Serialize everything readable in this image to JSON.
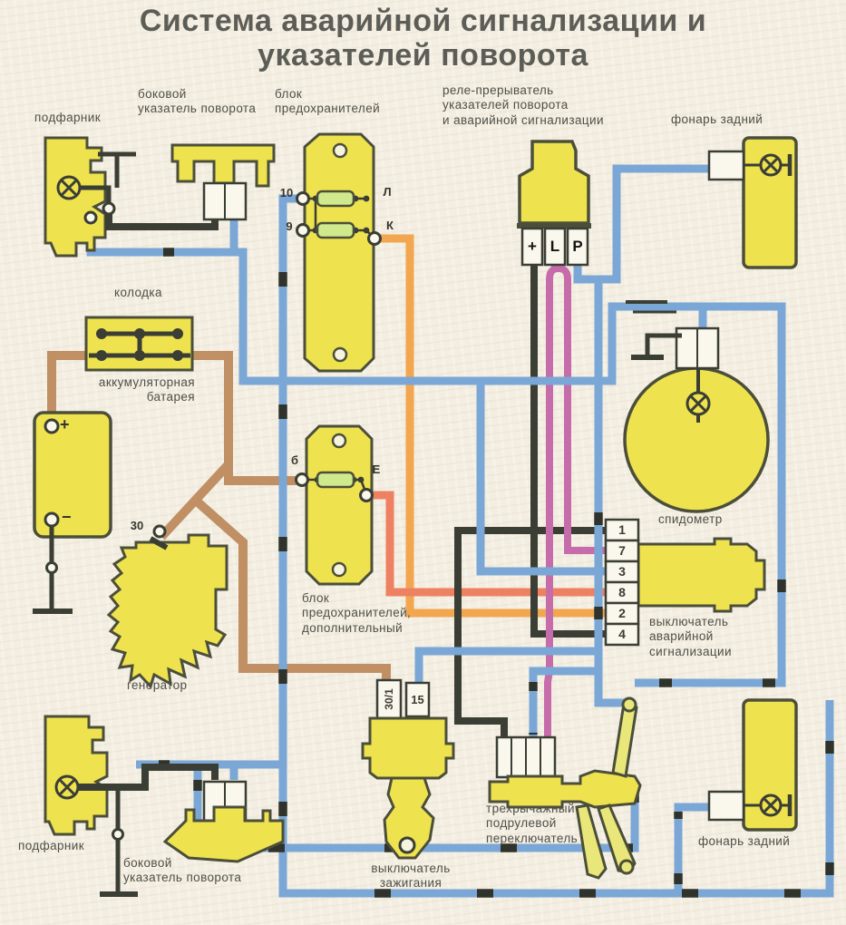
{
  "title": {
    "lines": [
      "Система аварийной сигнализации и",
      "указателей поворота"
    ]
  },
  "labels": {
    "sidelight_top": {
      "lines": [
        "подфарник"
      ]
    },
    "side_indicator_top": {
      "lines": [
        "боковой",
        "указатель поворота"
      ]
    },
    "fuse_block": {
      "lines": [
        "блок",
        "предохранителей"
      ]
    },
    "relay": {
      "lines": [
        "реле-прерыватель",
        "указателей поворота",
        "и аварийной сигнализации"
      ]
    },
    "rear_lamp_top": {
      "lines": [
        "фонарь задний"
      ]
    },
    "connector_block": {
      "lines": [
        "колодка"
      ]
    },
    "battery": {
      "lines": [
        "аккумуляторная",
        "батарея"
      ]
    },
    "speedometer": {
      "lines": [
        "спидометр"
      ]
    },
    "hazard_switch": {
      "lines": [
        "выключатель",
        "аварийной",
        "сигнализации"
      ]
    },
    "generator": {
      "lines": [
        "генератор"
      ]
    },
    "fuse_block_aux": {
      "lines": [
        "блок",
        "предохранителей,",
        "дополнительный"
      ]
    },
    "sidelight_bottom": {
      "lines": [
        "подфарник"
      ]
    },
    "side_indicator_bottom": {
      "lines": [
        "боковой",
        "указатель поворота"
      ]
    },
    "ignition_switch": {
      "lines": [
        "выключатель",
        "зажигания"
      ]
    },
    "column_switch": {
      "lines": [
        "трехрычажный",
        "подрулевой",
        "переключатель"
      ]
    },
    "rear_lamp_bottom": {
      "lines": [
        "фонарь задний"
      ]
    }
  },
  "terminals": {
    "fuse_block": {
      "t10": "10",
      "t9": "9",
      "L": "Л",
      "K": "К"
    },
    "relay": [
      "+",
      "L",
      "P"
    ],
    "battery": {
      "plus": "+",
      "minus": "−"
    },
    "generator": "30",
    "fuse_block_aux": {
      "b": "б",
      "e": "Е"
    },
    "ignition": {
      "t30_1": "30/1",
      "t15": "15"
    },
    "hazard": [
      "1",
      "7",
      "3",
      "8",
      "2",
      "4"
    ]
  },
  "palette": {
    "paper": "#f3eee1",
    "component_fill": "#efe24f",
    "component_outline": "#4b4f3a",
    "connector_fill": "#faf7ec",
    "fuse_fill": "#cfe98c",
    "wire_blue": "#7aa7d6",
    "wire_blue_stripe": "#2f332b",
    "wire_black": "#3a3e35",
    "wire_brown": "#c08f63",
    "wire_orange": "#f2a64f",
    "wire_red": "#ee8162",
    "wire_pink": "#c76cab"
  }
}
